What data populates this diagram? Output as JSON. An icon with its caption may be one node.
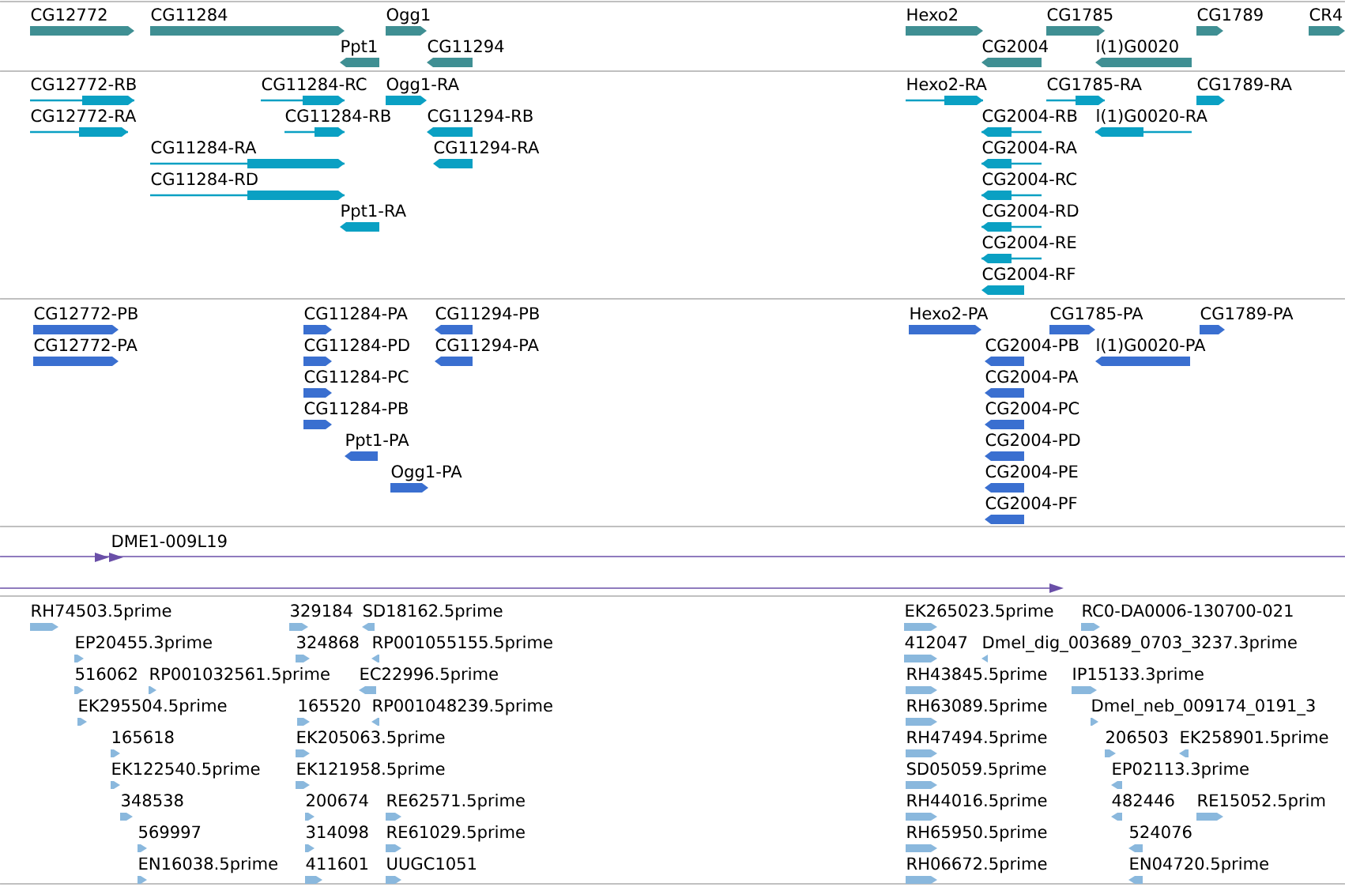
{
  "diagram": {
    "labels": [
      "CG12772",
      "CG11284",
      "Ogg1",
      "Hexo2",
      "CG1785",
      "CG1789",
      "CR4",
      "Ppt1",
      "CG11294",
      "CG2004",
      "l(1)G0020",
      "CG12772-RB",
      "CG11284-RC",
      "Ogg1-RA",
      "Hexo2-RA",
      "CG1785-RA",
      "CG1789-RA",
      "CG12772-RA",
      "CG11284-RB",
      "CG11294-RB",
      "CG2004-RB",
      "l(1)G0020-RA",
      "CG11284-RA",
      "CG11294-RA",
      "CG2004-RA",
      "CG11284-RD",
      "CG2004-RC",
      "Ppt1-RA",
      "CG2004-RD",
      "CG2004-RE",
      "CG2004-RF",
      "CG12772-PB",
      "CG11284-PA",
      "CG11294-PB",
      "Hexo2-PA",
      "CG1785-PA",
      "CG1789-PA",
      "CG12772-PA",
      "CG11284-PD",
      "CG11294-PA",
      "CG2004-PB",
      "l(1)G0020-PA",
      "CG11284-PC",
      "CG2004-PA",
      "CG11284-PB",
      "CG2004-PC",
      "Ppt1-PA",
      "CG2004-PD",
      "Ogg1-PA",
      "CG2004-PE",
      "CG2004-PF",
      "DME1-009L19",
      "RH74503.5prime",
      "329184",
      "SD18162.5prime",
      "EK265023.5prime",
      "RC0-DA0006-130700-021",
      "EP20455.3prime",
      "324868",
      "RP001055155.5prime",
      "412047",
      "Dmel_dig_003689_0703_3237.3prime",
      "516062",
      "RP001032561.5prime",
      "EC22996.5prime",
      "RH43845.5prime",
      "IP15133.3prime",
      "EK295504.5prime",
      "165520",
      "RP001048239.5prime",
      "RH63089.5prime",
      "Dmel_neb_009174_0191_3",
      "165618",
      "EK205063.5prime",
      "RH47494.5prime",
      "206503",
      "EK258901.5prime",
      "EK122540.5prime",
      "EK121958.5prime",
      "SD05059.5prime",
      "EP02113.3prime",
      "348538",
      "200674",
      "RE62571.5prime",
      "RH44016.5prime",
      "482446",
      "RE15052.5prim",
      "569997",
      "314098",
      "RE61029.5prime",
      "RH65950.5prime",
      "524076",
      "EN16038.5prime",
      "411601",
      "UUGC1051",
      "RH06672.5prime",
      "EN04720.5prime"
    ]
  }
}
